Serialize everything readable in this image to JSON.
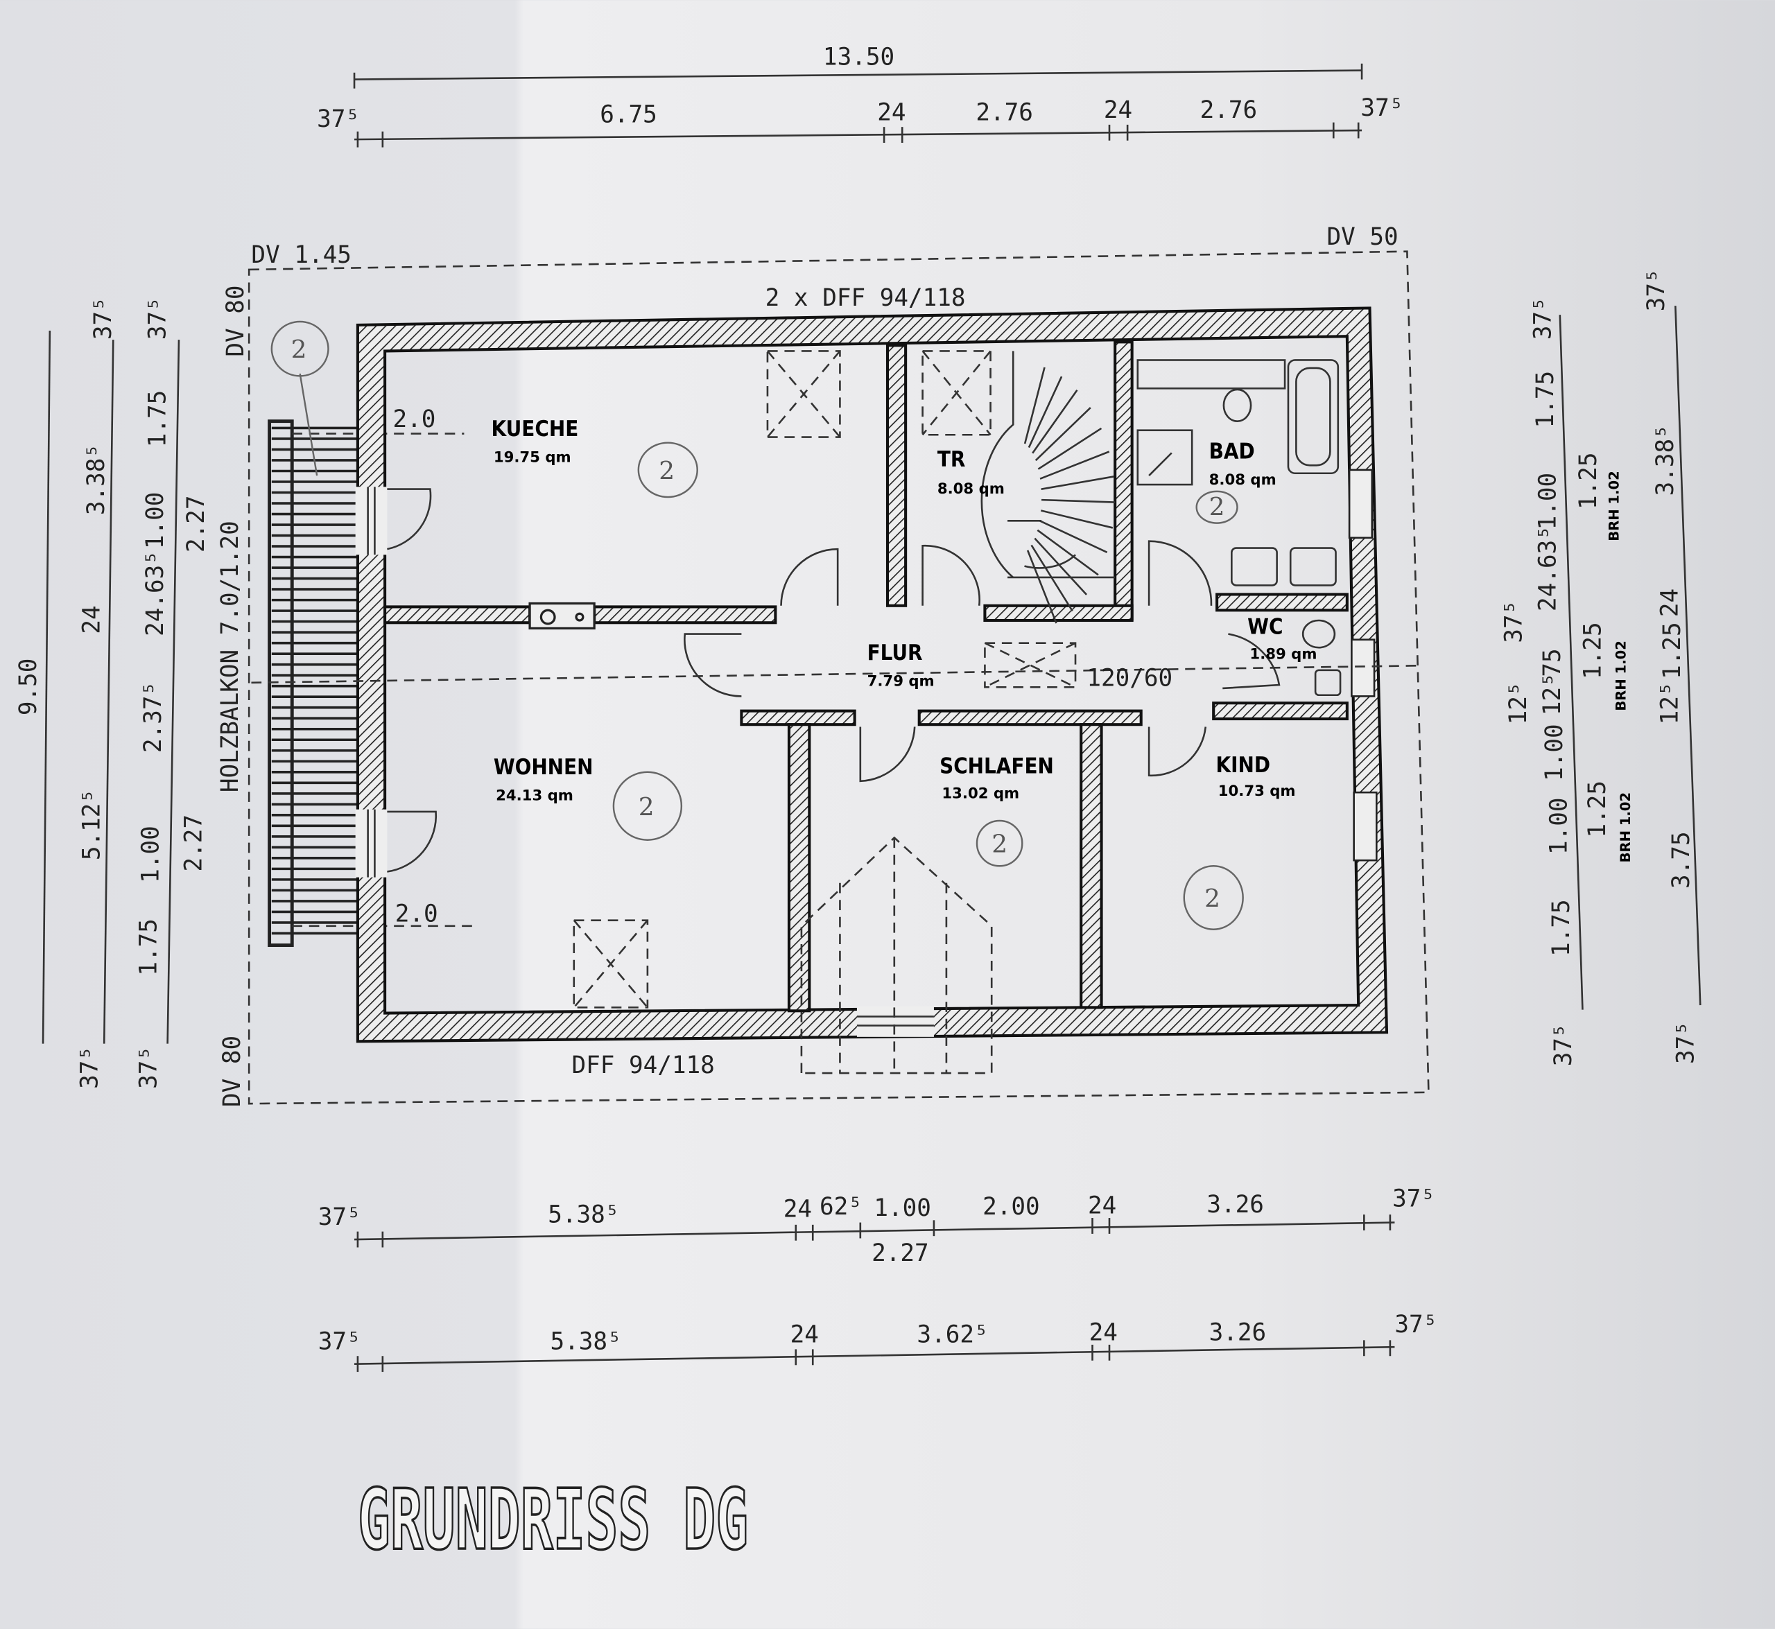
{
  "title": "GRUNDRISS DG",
  "roof_labels": {
    "dv_top_left": "DV 1.45",
    "dv_top_right": "DV 50",
    "dv_left_top": "DV 80",
    "dv_left_bottom": "DV 80",
    "skylights_top": "2 x DFF 94/118",
    "skylight_bottom": "DFF 94/118",
    "balcony": "HOLZBALKON 7.0/1.20",
    "balcony_top_depth": "2.0",
    "balcony_bottom_depth": "2.0",
    "flur_skylight": "120/60"
  },
  "rooms": [
    {
      "name": "KUECHE",
      "area": "19.75 qm"
    },
    {
      "name": "TR",
      "area": "8.08 qm"
    },
    {
      "name": "BAD",
      "area": "8.08 qm"
    },
    {
      "name": "WC",
      "area": "1.89 qm"
    },
    {
      "name": "FLUR",
      "area": "7.79 qm"
    },
    {
      "name": "WOHNEN",
      "area": "24.13 qm"
    },
    {
      "name": "SCHLAFEN",
      "area": "13.02 qm"
    },
    {
      "name": "KIND",
      "area": "10.73 qm"
    }
  ],
  "handwritten_marks": [
    "2",
    "2",
    "2",
    "2",
    "2",
    "2"
  ],
  "dimensions": {
    "top_total": "13.50",
    "top_row": [
      "37⁵",
      "6.75",
      "24",
      "2.76",
      "24",
      "2.76",
      "37⁵"
    ],
    "left_total": "9.50",
    "left_col2": [
      "37⁵",
      "3.38⁵",
      "24",
      "5.12⁵",
      "37⁵"
    ],
    "left_col3": [
      "37⁵",
      "1.75",
      "1.00",
      "24.63⁵",
      "2.37⁵",
      "1.00",
      "1.75",
      "37⁵"
    ],
    "left_col3_openings": [
      "2.27",
      "2.27"
    ],
    "right_col1": [
      "37⁵",
      "1.75",
      "1.00",
      "24.63⁵",
      "37⁵",
      "75",
      "12⁵",
      "12⁵",
      "1.00",
      "1.00",
      "1.75",
      "37⁵"
    ],
    "right_col1_windows": [
      {
        "width": "1.25",
        "brh": "BRH 1.02"
      },
      {
        "width": "1.25",
        "brh": "BRH 1.02"
      },
      {
        "width": "1.25",
        "brh": "BRH 1.02"
      }
    ],
    "right_col2": [
      "37⁵",
      "3.38⁵",
      "24",
      "1.25",
      "12⁵",
      "3.75",
      "37⁵"
    ],
    "bottom_row1": [
      "37⁵",
      "5.38⁵",
      "24",
      "62⁵",
      "1.00",
      "2.00",
      "24",
      "3.26",
      "37⁵"
    ],
    "bottom_row1_sub": "2.27",
    "bottom_row2": [
      "37⁵",
      "5.38⁵",
      "24",
      "3.62⁵",
      "24",
      "3.26",
      "37⁵"
    ]
  },
  "colors": {
    "paper": "#e6e7ea",
    "ink": "#222222"
  }
}
